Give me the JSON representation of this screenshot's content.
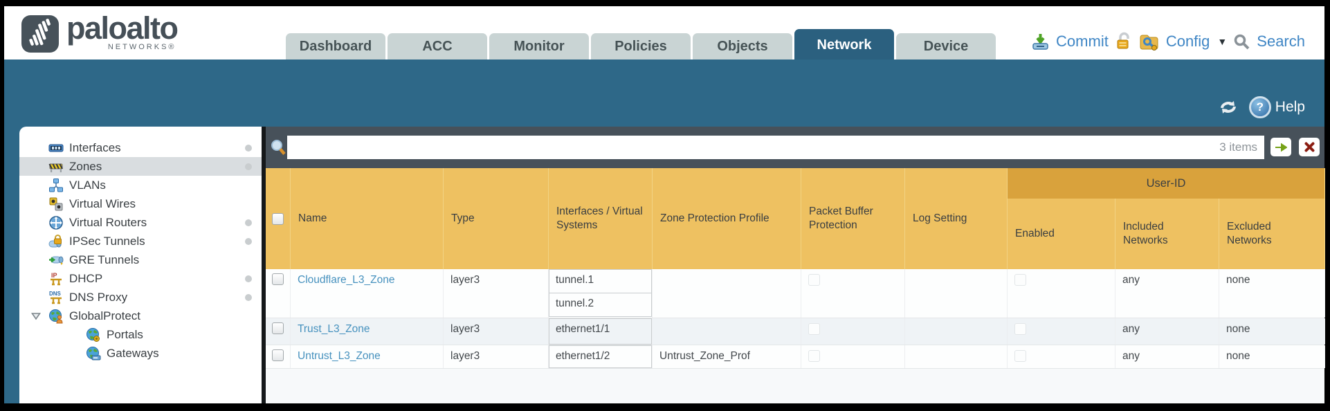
{
  "brand": {
    "logo_text": "paloalto",
    "logo_sub": "NETWORKS®"
  },
  "tabs": [
    {
      "label": "Dashboard"
    },
    {
      "label": "ACC"
    },
    {
      "label": "Monitor"
    },
    {
      "label": "Policies"
    },
    {
      "label": "Objects"
    },
    {
      "label": "Network"
    },
    {
      "label": "Device"
    }
  ],
  "top_actions": {
    "commit_label": "Commit",
    "config_label": "Config",
    "config_dropdown_arrow": "▼",
    "search_label": "Search"
  },
  "band": {
    "help_label": "Help",
    "help_icon_glyph": "?"
  },
  "sidebar": {
    "items": [
      {
        "label": "Interfaces"
      },
      {
        "label": "Zones"
      },
      {
        "label": "VLANs"
      },
      {
        "label": "Virtual Wires"
      },
      {
        "label": "Virtual Routers"
      },
      {
        "label": "IPSec Tunnels"
      },
      {
        "label": "GRE Tunnels"
      },
      {
        "label": "DHCP"
      },
      {
        "label": "DNS Proxy"
      },
      {
        "label": "GlobalProtect"
      },
      {
        "label": "Portals"
      },
      {
        "label": "Gateways"
      }
    ]
  },
  "toolbar": {
    "search_value": "",
    "search_placeholder": "",
    "items_count": "3 items"
  },
  "table": {
    "group_header": "User-ID",
    "columns": [
      "Name",
      "Type",
      "Interfaces / Virtual Systems",
      "Zone Protection Profile",
      "Packet Buffer Protection",
      "Log Setting",
      "Enabled",
      "Included Networks",
      "Excluded Networks"
    ],
    "rows": [
      {
        "name": "Cloudflare_L3_Zone",
        "type": "layer3",
        "interfaces": [
          "tunnel.1",
          "tunnel.2"
        ],
        "zone_protection_profile": "",
        "log_setting": "",
        "included_networks": "any",
        "excluded_networks": "none"
      },
      {
        "name": "Trust_L3_Zone",
        "type": "layer3",
        "interfaces": [
          "ethernet1/1"
        ],
        "zone_protection_profile": "",
        "log_setting": "",
        "included_networks": "any",
        "excluded_networks": "none"
      },
      {
        "name": "Untrust_L3_Zone",
        "type": "layer3",
        "interfaces": [
          "ethernet1/2"
        ],
        "zone_protection_profile": "Untrust_Zone_Prof",
        "log_setting": "",
        "included_networks": "any",
        "excluded_networks": "none"
      }
    ]
  },
  "colors": {
    "teal_band": "#2e6888",
    "active_tab": "#2b607f",
    "inactive_tab": "#c9d4d4",
    "toolbar_dark": "#47515a",
    "header_amber": "#eec161",
    "user_id_band_amber": "#d9a23c",
    "zone_link_blue": "#4691be",
    "action_link_blue": "#3f86c5",
    "alt_row": "#eff3f6"
  }
}
